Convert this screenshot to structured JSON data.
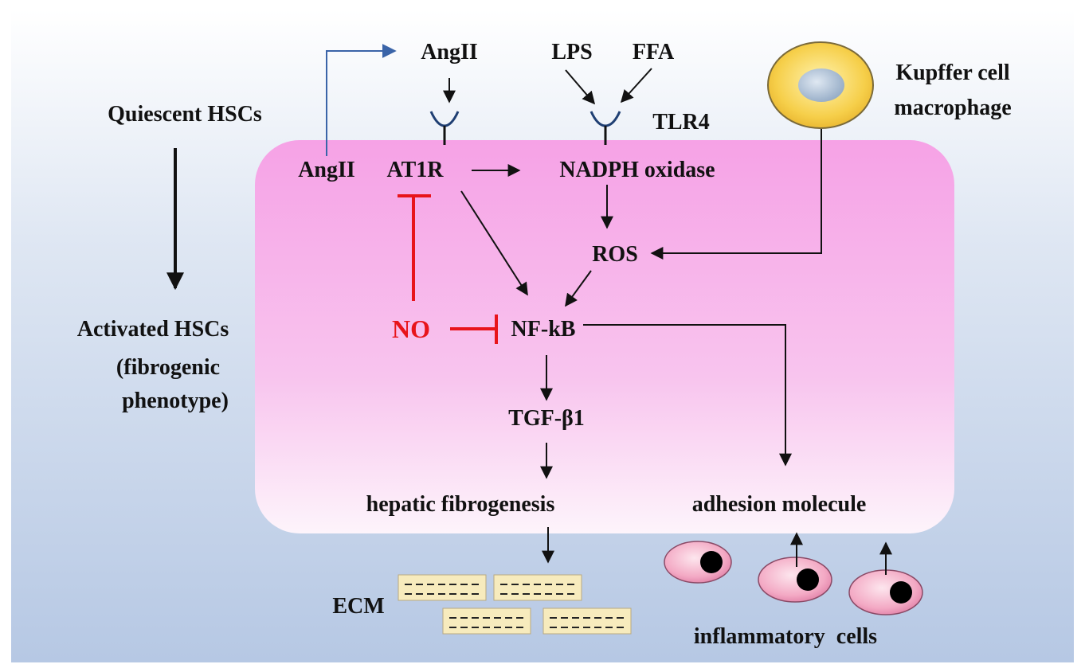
{
  "labels": {
    "quiescent": "Quiescent HSCs",
    "activated_line1": "Activated HSCs",
    "activated_line2": "(fibrogenic",
    "activated_line3": "phenotype)",
    "angii_top": "AngII",
    "lps": "LPS",
    "ffa": "FFA",
    "tlr4": "TLR4",
    "kupffer_line1": "Kupffer cell",
    "kupffer_line2": "macrophage",
    "angii_cell": "AngII",
    "at1r": "AT1R",
    "nadph": "NADPH oxidase",
    "ros": "ROS",
    "no": "NO",
    "nfkb": "NF-kB",
    "tgf": "TGF-β1",
    "hepatic": "hepatic fibrogenesis",
    "adhesion": "adhesion molecule",
    "ecm": "ECM",
    "inflammatory": "inflammatory  cells"
  },
  "colors": {
    "text": "#111111",
    "inhibit": "#e8141b",
    "top_arrow": "#3a64a8",
    "receptor": "#1f3f73",
    "cell_box_top": "#f6a4e6",
    "cell_box_bottom": "#fdf1fb",
    "background_top": "#eef2f9",
    "background_bottom": "#b8cae5",
    "kupffer_fill": "#f3c53a",
    "kupffer_nucleus": "#9db1c8",
    "inflammatory_fill": "#f2a6c2",
    "ecm_fill": "#f7ebbd"
  }
}
